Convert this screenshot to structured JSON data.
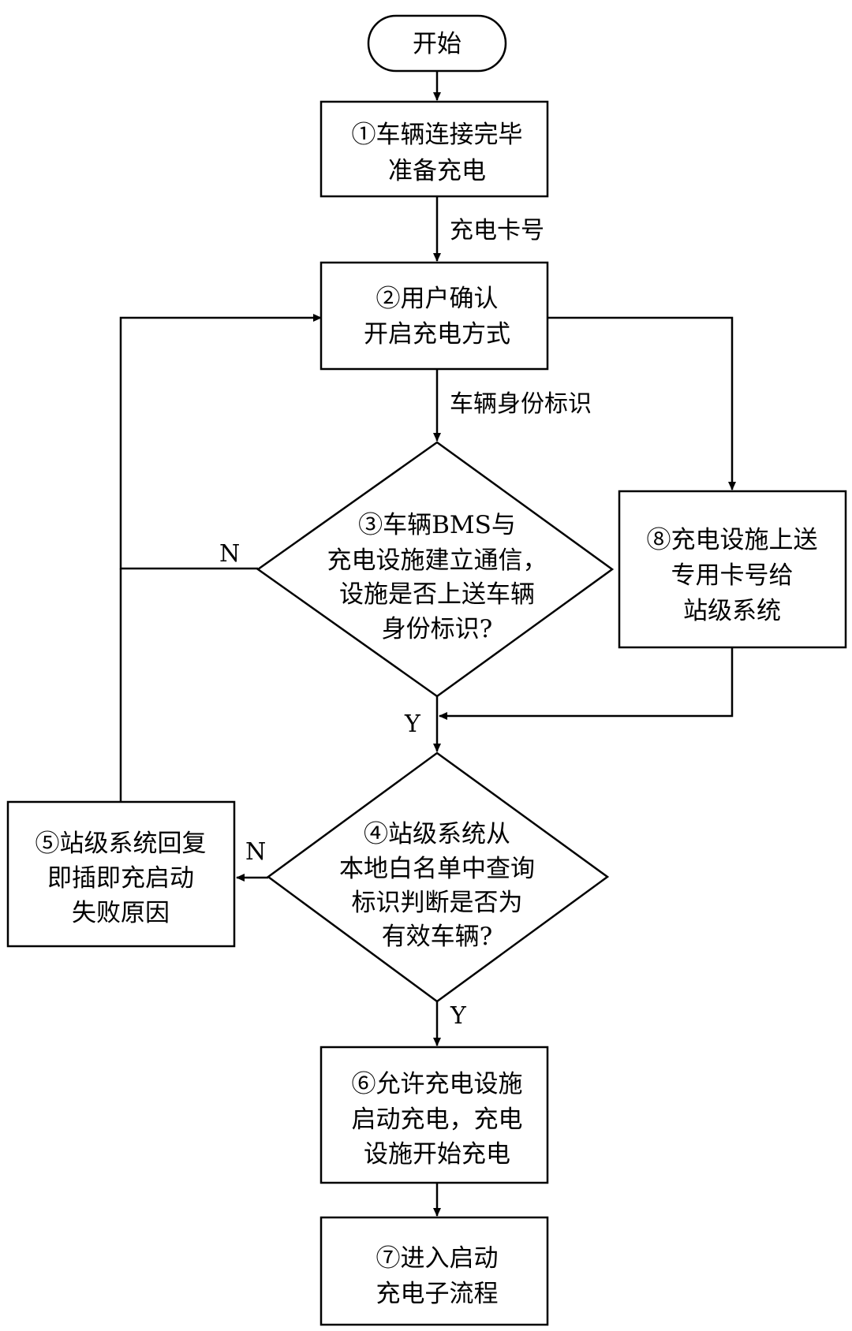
{
  "nodes": {
    "start": {
      "lines": [
        "开始"
      ]
    },
    "n1": {
      "lines": [
        "①车辆连接完毕",
        "准备充电"
      ]
    },
    "n2": {
      "lines": [
        "②用户确认",
        "开启充电方式"
      ]
    },
    "n3": {
      "lines": [
        "③车辆BMS与",
        "充电设施建立通信，",
        "设施是否上送车辆",
        "身份标识?"
      ]
    },
    "n8": {
      "lines": [
        "⑧充电设施上送",
        "专用卡号给",
        "站级系统"
      ]
    },
    "n4": {
      "lines": [
        "④站级系统从",
        "本地白名单中查询",
        "标识判断是否为",
        "有效车辆?"
      ]
    },
    "n5": {
      "lines": [
        "⑤站级系统回复",
        "即插即充启动",
        "失败原因"
      ]
    },
    "n6": {
      "lines": [
        "⑥允许充电设施",
        "启动充电，充电",
        "设施开始充电"
      ]
    },
    "n7": {
      "lines": [
        "⑦进入启动",
        "充电子流程"
      ]
    }
  },
  "edges": {
    "card_number": "充电卡号",
    "vehicle_id": "车辆身份标识",
    "n3_no": "N",
    "n3_yes": "Y",
    "n4_no": "N",
    "n4_yes": "Y"
  }
}
